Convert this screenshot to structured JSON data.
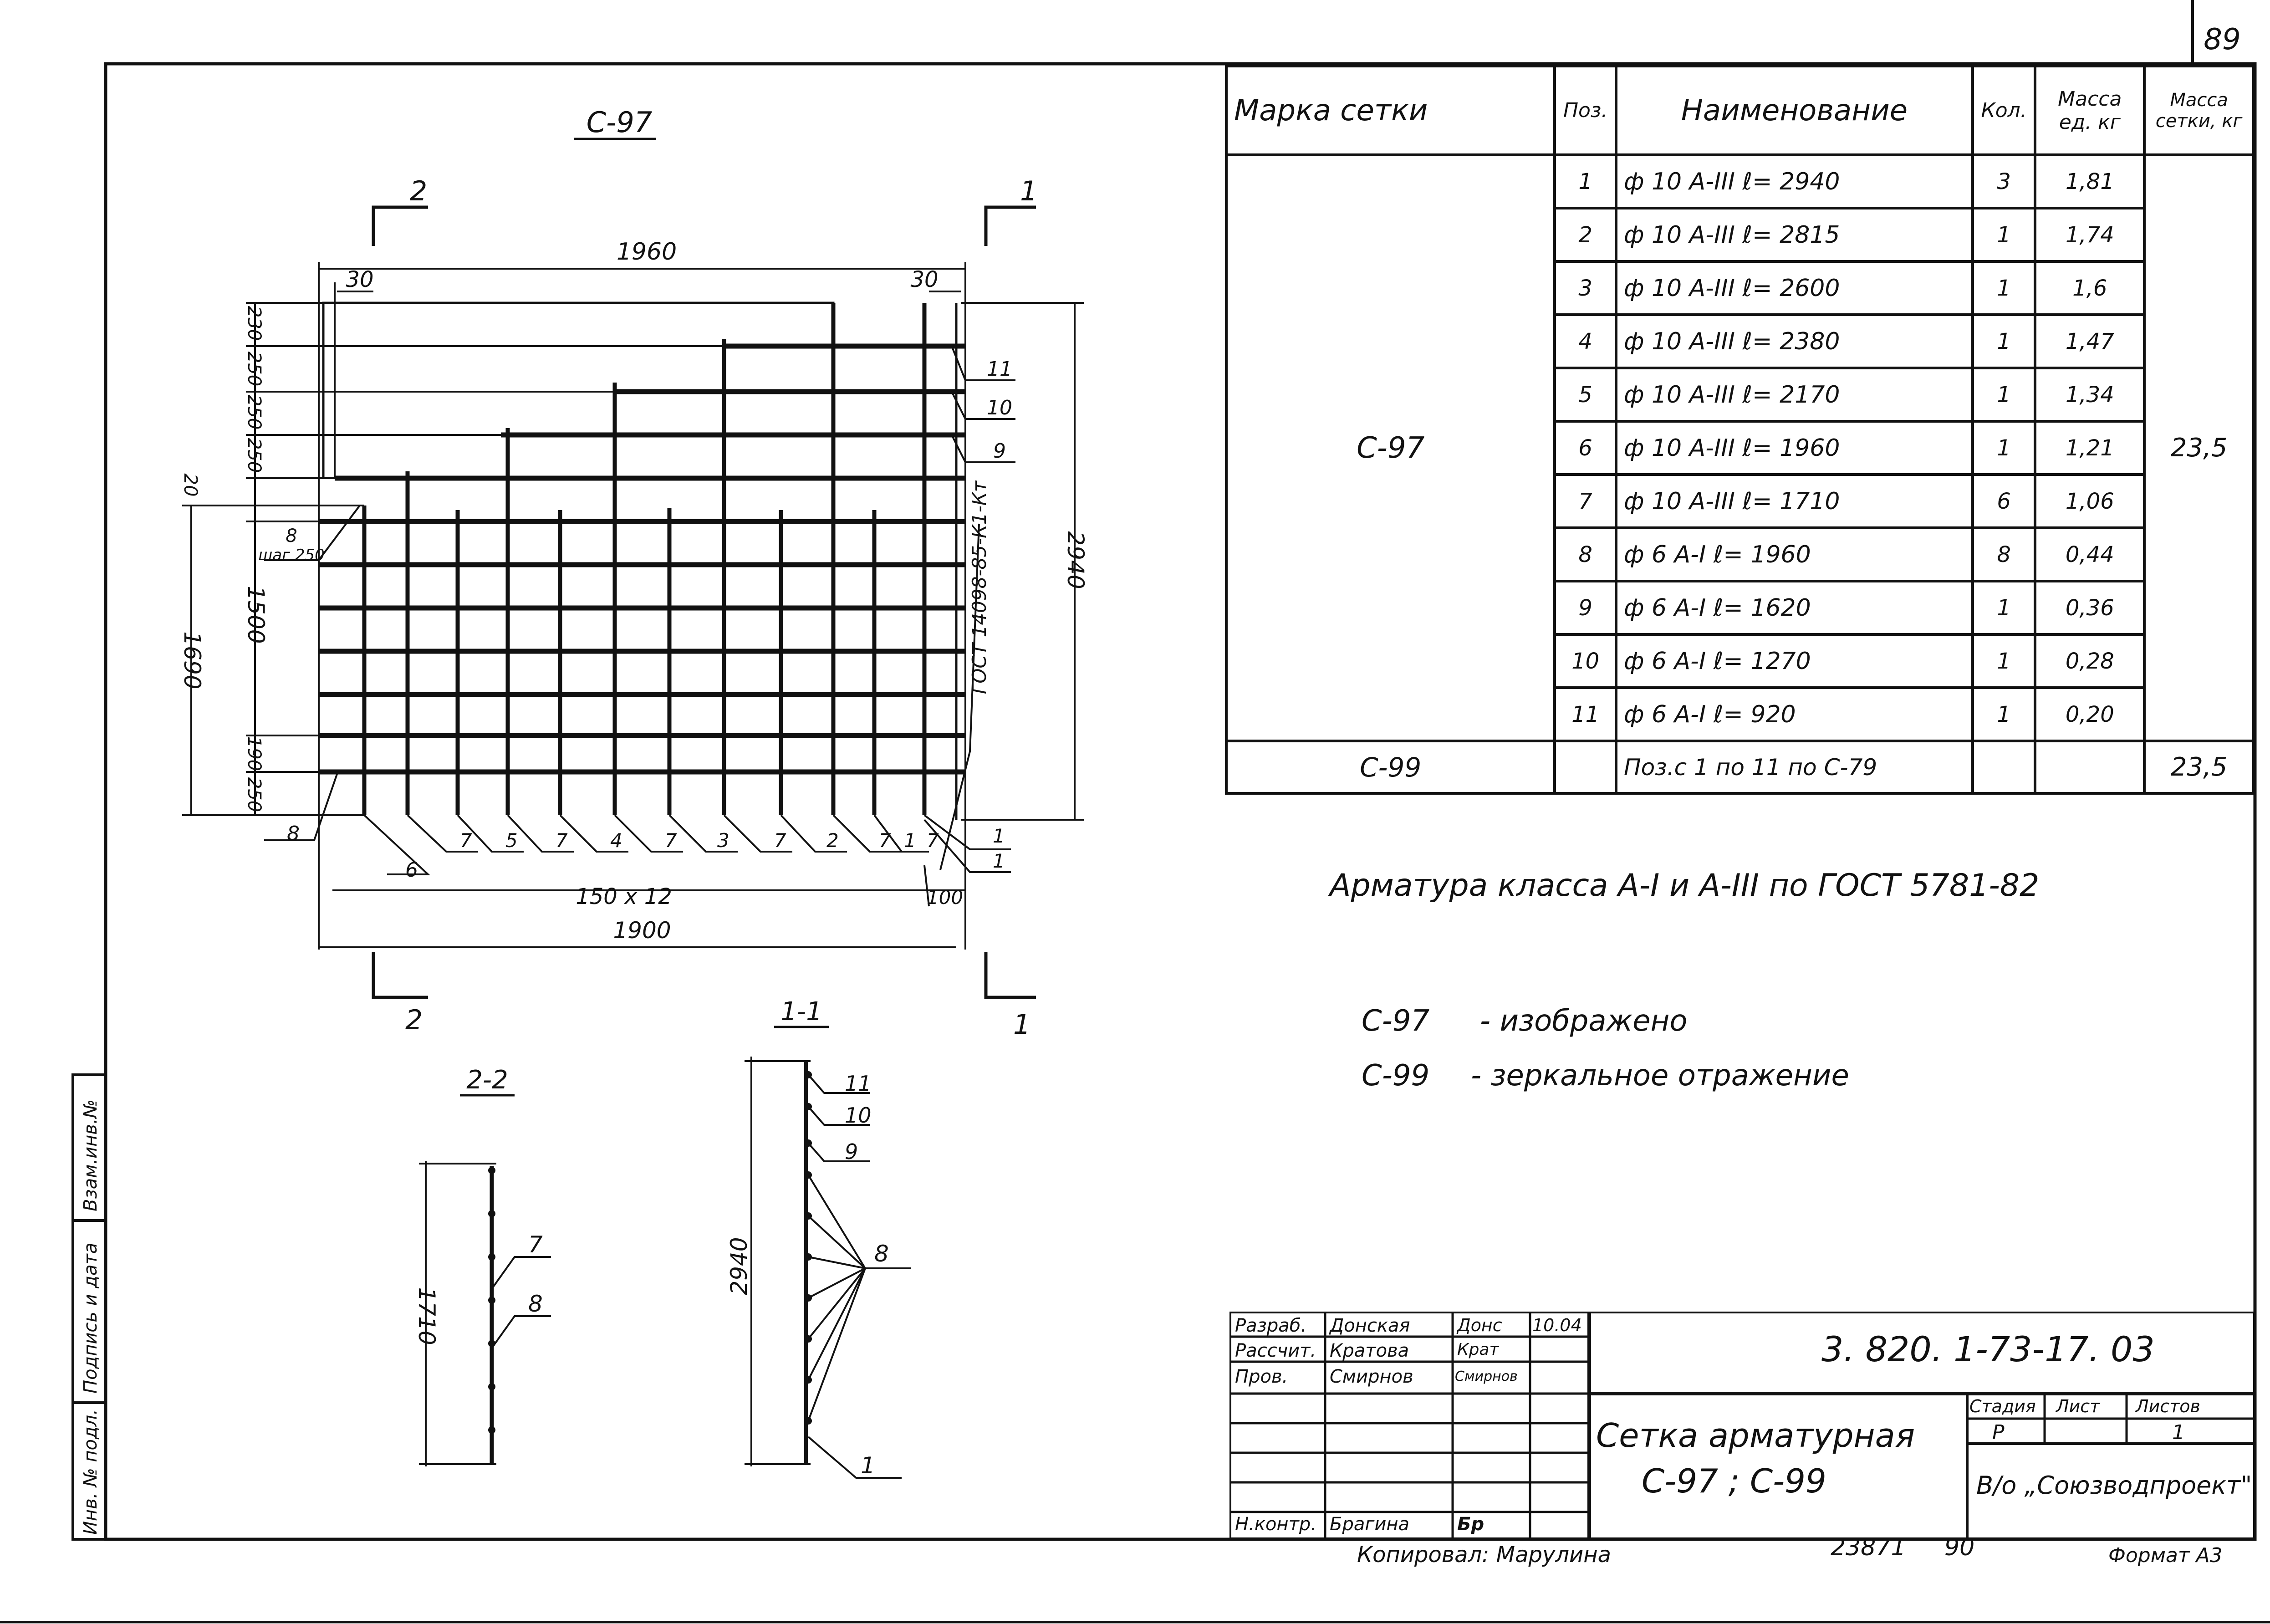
{
  "sheet": {
    "page_number": "89",
    "format_label": "Формат А3",
    "copied_by": "Копировал: Марулина",
    "inventory": "23871",
    "inventory_suffix": "90",
    "stamp_side": [
      "Инв. № подл.",
      "Подпись и дата",
      "Взам.инв.№"
    ]
  },
  "plan": {
    "title": "С-97",
    "section_marks": [
      "2",
      "1",
      "2",
      "1"
    ],
    "dims": {
      "overall_width": "1960",
      "left_offset": "30",
      "right_offset": "30",
      "spacing_text": "150 x 12",
      "right_end": "100",
      "bottom_width": "1900",
      "height_total": "2940",
      "left_height": "1690",
      "left_inner": "1500",
      "left_top_gap": "20",
      "left_bottom": "190",
      "left_bottom2": "250",
      "step_label": "шаг 250",
      "top_steps": [
        "230",
        "250",
        "250",
        "250"
      ]
    },
    "gost_label": "ГОСТ 14098-85-К1-Кт",
    "bottom_positions": [
      "8",
      "6",
      "7",
      "5",
      "7",
      "4",
      "7",
      "3",
      "7",
      "2",
      "7",
      "1",
      "7",
      "1",
      "1"
    ],
    "right_positions": [
      "11",
      "10",
      "9"
    ],
    "pos8_left": "8"
  },
  "section22": {
    "title": "2-2",
    "length": "1710",
    "labels": [
      "7",
      "8"
    ]
  },
  "section11": {
    "title": "1-1",
    "length": "2940",
    "labels": [
      "11",
      "10",
      "9",
      "8",
      "1"
    ]
  },
  "spec": {
    "headers": {
      "mark": "Марка сетки",
      "pos": "Поз.",
      "name": "Наименование",
      "qty": "Кол.",
      "mass_unit": "Масса ед. кг",
      "mass_total": "Масса сетки, кг"
    },
    "mark1": "С-97",
    "mass1": "23,5",
    "rows": [
      {
        "pos": "1",
        "name": "ф 10 А-III  ℓ= 2940",
        "qty": "3",
        "mass": "1,81"
      },
      {
        "pos": "2",
        "name": "ф 10 А-III  ℓ= 2815",
        "qty": "1",
        "mass": "1,74"
      },
      {
        "pos": "3",
        "name": "ф 10 А-III  ℓ= 2600",
        "qty": "1",
        "mass": "1,6"
      },
      {
        "pos": "4",
        "name": "ф 10 А-III  ℓ= 2380",
        "qty": "1",
        "mass": "1,47"
      },
      {
        "pos": "5",
        "name": "ф 10 А-III  ℓ= 2170",
        "qty": "1",
        "mass": "1,34"
      },
      {
        "pos": "6",
        "name": "ф 10 А-III  ℓ= 1960",
        "qty": "1",
        "mass": "1,21"
      },
      {
        "pos": "7",
        "name": "ф 10 А-III  ℓ= 1710",
        "qty": "6",
        "mass": "1,06"
      },
      {
        "pos": "8",
        "name": "ф 6 А-I  ℓ= 1960",
        "qty": "8",
        "mass": "0,44"
      },
      {
        "pos": "9",
        "name": "ф 6 А-I  ℓ= 1620",
        "qty": "1",
        "mass": "0,36"
      },
      {
        "pos": "10",
        "name": "ф 6 А-I  ℓ= 1270",
        "qty": "1",
        "mass": "0,28"
      },
      {
        "pos": "11",
        "name": "ф 6 А-I  ℓ= 920",
        "qty": "1",
        "mass": "0,20"
      }
    ],
    "mark2": "С-99",
    "row2_name": "Поз.с 1 по 11 по С-79",
    "mass2": "23,5"
  },
  "notes": {
    "rebar": "Арматура класса А-I и А-III по ГОСТ 5781-82",
    "note1_mark": "С-97",
    "note1_text": "- изображено",
    "note2_mark": "С-99",
    "note2_text": "- зеркальное отражение"
  },
  "title_block": {
    "doc_code": "3. 820. 1-73-17. 03",
    "title_line1": "Сетка арматурная",
    "title_line2": "С-97 ;  С-99",
    "stage_label": "Стадия",
    "sheet_label": "Лист",
    "sheets_label": "Листов",
    "stage": "Р",
    "sheets": "1",
    "org": "В/о „Союзводпроект\"",
    "date": "10.04",
    "people": [
      {
        "role": "Разраб.",
        "name": "Донская",
        "sign": "Донс"
      },
      {
        "role": "Рассчит.",
        "name": "Кратова",
        "sign": "Крат"
      },
      {
        "role": "Пров.",
        "name": "Смирнов",
        "sign": "Смирнов"
      },
      {
        "role": "",
        "name": "",
        "sign": ""
      },
      {
        "role": "",
        "name": "",
        "sign": ""
      },
      {
        "role": "",
        "name": "",
        "sign": ""
      },
      {
        "role": "Н.контр.",
        "name": "Брагина",
        "sign": "Бр"
      }
    ]
  }
}
